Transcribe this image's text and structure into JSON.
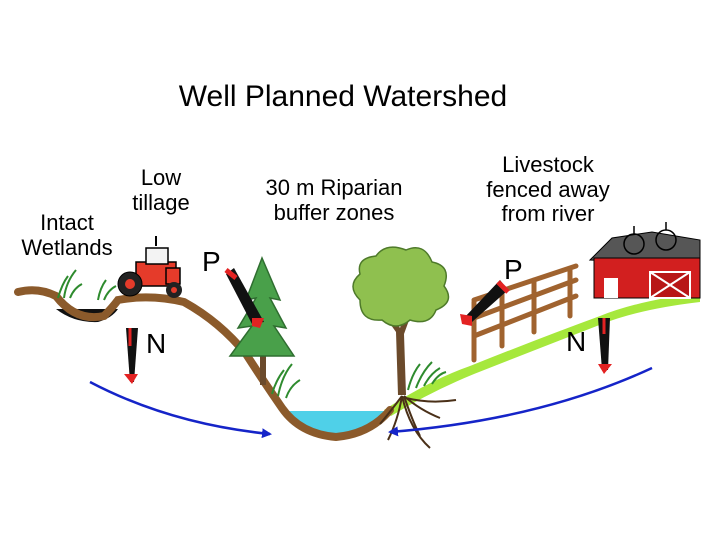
{
  "title": "Well Planned Watershed",
  "labels": {
    "wetlands": [
      "Intact",
      "Wetlands"
    ],
    "tillage": [
      "Low",
      "tillage"
    ],
    "riparian": [
      "30 m Riparian",
      "buffer zones"
    ],
    "livestock": [
      "Livestock",
      "fenced away",
      "from river"
    ]
  },
  "nutrients": {
    "phosphorus_symbol": "P",
    "nitrogen_symbol": "N"
  },
  "colors": {
    "soil": "#8b5a2b",
    "pasture": "#a6e83c",
    "water": "#4fd0e8",
    "flow_arrow": "#1524c8",
    "nutrient_cone": "#111111",
    "nutrient_tip": "#e32222",
    "barn": "#d21f1f",
    "roof": "#565656",
    "tractor": "#e53b2a",
    "tree_conifer": "#49a04a",
    "tree_deciduous": "#8fc04f"
  }
}
